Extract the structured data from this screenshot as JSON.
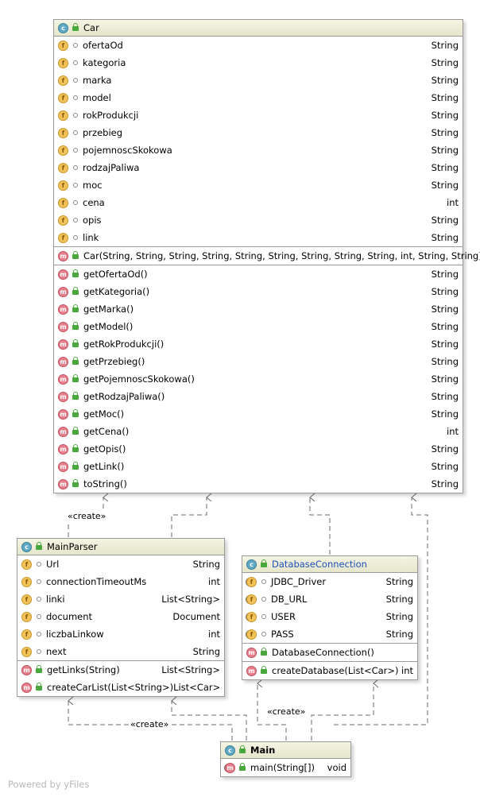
{
  "car": {
    "title": "Car",
    "fields": [
      {
        "name": "ofertaOd",
        "type": "String"
      },
      {
        "name": "kategoria",
        "type": "String"
      },
      {
        "name": "marka",
        "type": "String"
      },
      {
        "name": "model",
        "type": "String"
      },
      {
        "name": "rokProdukcji",
        "type": "String"
      },
      {
        "name": "przebieg",
        "type": "String"
      },
      {
        "name": "pojemnoscSkokowa",
        "type": "String"
      },
      {
        "name": "rodzajPaliwa",
        "type": "String"
      },
      {
        "name": "moc",
        "type": "String"
      },
      {
        "name": "cena",
        "type": "int"
      },
      {
        "name": "opis",
        "type": "String"
      },
      {
        "name": "link",
        "type": "String"
      }
    ],
    "constructor": "Car(String, String, String, String, String, String, String, String, String, int, String, String)",
    "methods": [
      {
        "name": "getOfertaOd()",
        "type": "String"
      },
      {
        "name": "getKategoria()",
        "type": "String"
      },
      {
        "name": "getMarka()",
        "type": "String"
      },
      {
        "name": "getModel()",
        "type": "String"
      },
      {
        "name": "getRokProdukcji()",
        "type": "String"
      },
      {
        "name": "getPrzebieg()",
        "type": "String"
      },
      {
        "name": "getPojemnoscSkokowa()",
        "type": "String"
      },
      {
        "name": "getRodzajPaliwa()",
        "type": "String"
      },
      {
        "name": "getMoc()",
        "type": "String"
      },
      {
        "name": "getCena()",
        "type": "int"
      },
      {
        "name": "getOpis()",
        "type": "String"
      },
      {
        "name": "getLink()",
        "type": "String"
      },
      {
        "name": "toString()",
        "type": "String"
      }
    ]
  },
  "mainParser": {
    "title": "MainParser",
    "fields": [
      {
        "name": "Url",
        "type": "String"
      },
      {
        "name": "connectionTimeoutMs",
        "type": "int"
      },
      {
        "name": "linki",
        "type": "List<String>"
      },
      {
        "name": "document",
        "type": "Document"
      },
      {
        "name": "liczbaLinkow",
        "type": "int"
      },
      {
        "name": "next",
        "type": "String"
      }
    ],
    "methods": [
      {
        "name": "getLinks(String)",
        "type": "List<String>"
      },
      {
        "name": "createCarList(List<String>)",
        "type": "List<Car>"
      }
    ]
  },
  "databaseConnection": {
    "title": "DatabaseConnection",
    "fields": [
      {
        "name": "JDBC_Driver",
        "type": "String"
      },
      {
        "name": "DB_URL",
        "type": "String"
      },
      {
        "name": "USER",
        "type": "String"
      },
      {
        "name": "PASS",
        "type": "String"
      }
    ],
    "constructor": "DatabaseConnection()",
    "methods": [
      {
        "name": "createDatabase(List<Car>)",
        "type": "int"
      }
    ]
  },
  "main": {
    "title": "Main",
    "methods": [
      {
        "name": "main(String[])",
        "type": "void"
      }
    ]
  },
  "edge_labels": {
    "create_car": "«create»",
    "create_parser": "«create»",
    "create_db": "«create»"
  },
  "footer": "Powered by yFiles",
  "colors": {
    "class_icon": "#5fa9c4",
    "field_icon": "#f2c35a",
    "method_icon": "#e7808c",
    "public_lock": "#49a83c",
    "header_bg": "#ecebd6",
    "edge": "#6b6b6b",
    "title_blue": "#1b50b8"
  }
}
